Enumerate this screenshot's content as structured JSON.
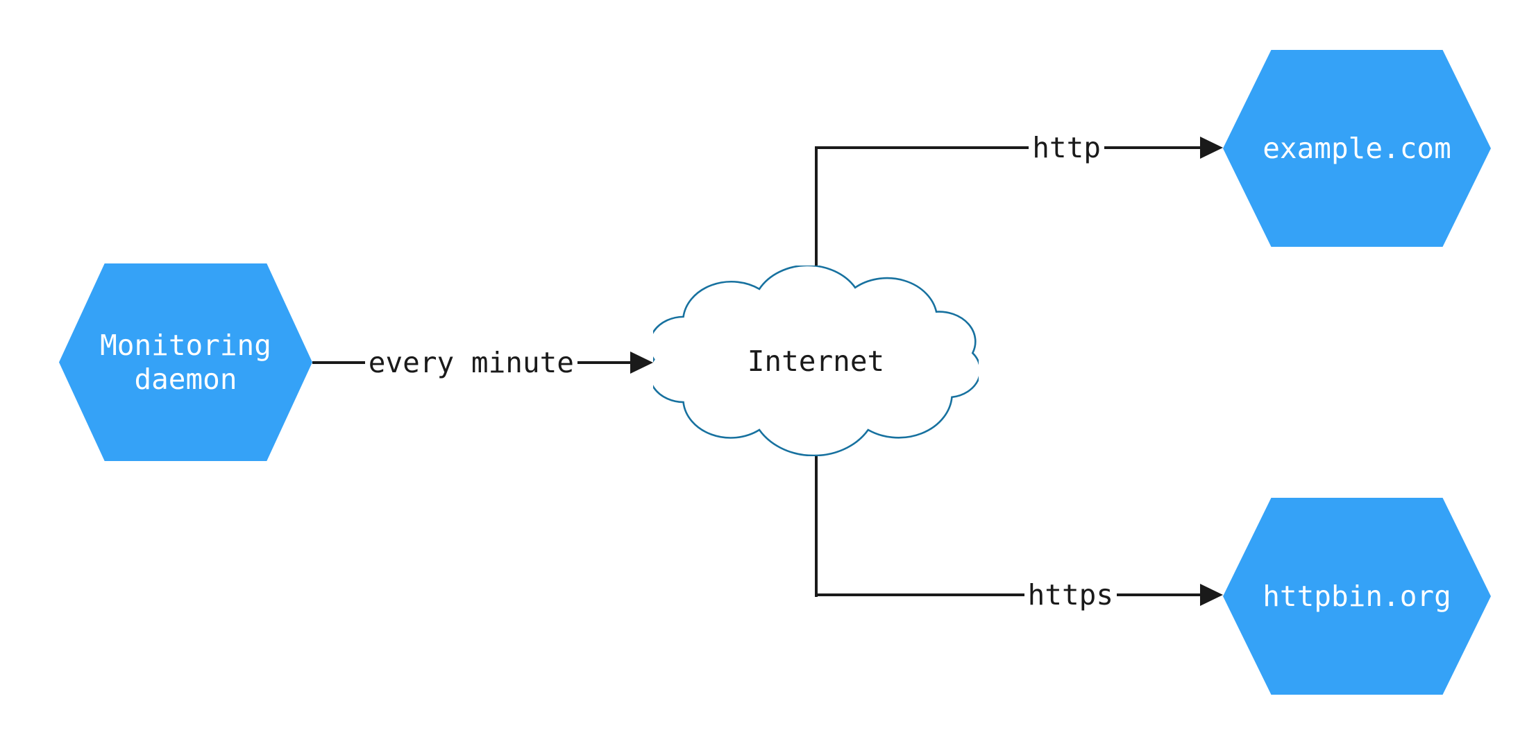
{
  "diagram": {
    "type": "network-architecture",
    "background": "#ffffff",
    "colors": {
      "node_fill": "#35a2f7",
      "node_text": "#ffffff",
      "cloud_stroke": "#17719f",
      "cloud_fill": "#ffffff",
      "line": "#1a1a1a",
      "label_text": "#1a1a1a"
    },
    "nodes": {
      "monitoring": {
        "label": "Monitoring\ndaemon",
        "shape": "hexagon"
      },
      "internet": {
        "label": "Internet",
        "shape": "cloud"
      },
      "example": {
        "label": "example.com",
        "shape": "hexagon"
      },
      "httpbin": {
        "label": "httpbin.org",
        "shape": "hexagon"
      }
    },
    "edges": {
      "every_minute": {
        "label": "every minute",
        "from": "monitoring",
        "to": "internet"
      },
      "http": {
        "label": "http",
        "from": "internet",
        "to": "example"
      },
      "https": {
        "label": "https",
        "from": "internet",
        "to": "httpbin"
      }
    }
  }
}
